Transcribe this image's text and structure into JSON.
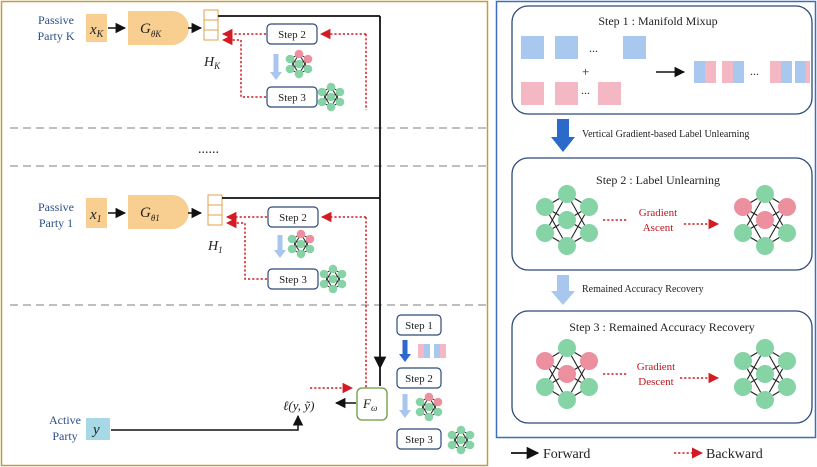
{
  "left_panel": {
    "passive_k": {
      "party_line1": "Passive",
      "party_line2": "Party K",
      "input": "x",
      "input_sub": "K",
      "model": "G",
      "model_sub": "θK",
      "embedding": "H",
      "embedding_sub": "K",
      "step2": "Step 2",
      "step3": "Step 3"
    },
    "ellipsis": "......",
    "passive_1": {
      "party_line1": "Passive",
      "party_line2": "Party 1",
      "input": "x",
      "input_sub": "1",
      "model": "G",
      "model_sub": "θ1",
      "embedding": "H",
      "embedding_sub": "1",
      "step2": "Step 2",
      "step3": "Step 3"
    },
    "active": {
      "party_line1": "Active",
      "party_line2": "Party",
      "label": "y",
      "loss": "ℓ(y, ỹ)",
      "top_model": "F",
      "top_model_sub": "ω",
      "step1": "Step 1",
      "step2": "Step 2",
      "step3": "Step 3"
    }
  },
  "right_panel": {
    "step1_title": "Step 1 : Manifold Mixup",
    "dots": "...",
    "plus": "+",
    "arrow1_label": "Vertical Gradient-based Label Unlearning",
    "step2_title": "Step 2 : Label Unlearning",
    "gradient_ascent_1": "Gradient",
    "gradient_ascent_2": "Ascent",
    "arrow2_label": "Remained Accuracy Recovery",
    "step3_title": "Step 3 : Remained Accuracy Recovery",
    "gradient_descent_1": "Gradient",
    "gradient_descent_2": "Descent"
  },
  "legend": {
    "forward": "Forward",
    "backward": "Backward"
  },
  "colors": {
    "orange": "#f9cf91",
    "blue_cell": "#a9c8ef",
    "pink_cell": "#f3b8c4",
    "green_node": "#86d3a6",
    "pink_node": "#ec8f9e",
    "red_arrow": "#d21b24",
    "dark_blue_arrow": "#2b6acb",
    "light_blue_arrow": "#a8c6ee",
    "panel_border_left": "#c79a3c",
    "panel_border_right": "#3d6cc3",
    "box_border": "#2d4a7a",
    "active_box": "#a7d8e6"
  }
}
